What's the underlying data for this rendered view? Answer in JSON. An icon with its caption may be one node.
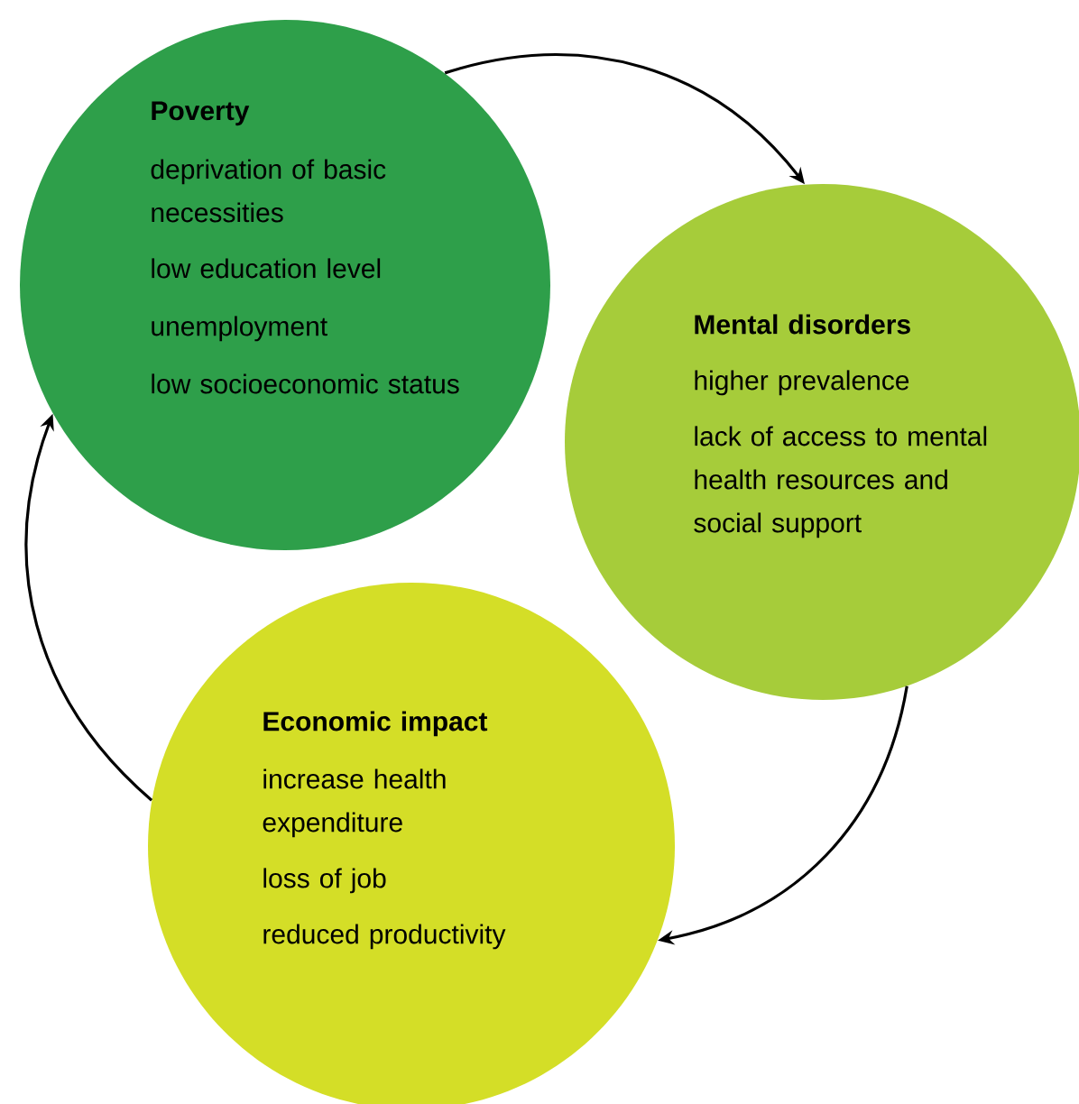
{
  "diagram": {
    "nodes": [
      {
        "text": [
          "Poverty",
          "deprivation of basic necessities",
          "low education level",
          "unemployment",
          "low socioeconomic status"
        ]
      },
      {
        "text": [
          "Mental disorders",
          "higher prevalence",
          "lack of access to mental health resources and social support"
        ]
      },
      {
        "text": [
          "Economic impact",
          "increase health expenditure",
          "loss of job",
          "reduced productivity"
        ]
      }
    ],
    "edges": [
      {
        "from": 0,
        "to": 1,
        "arrow": "to"
      },
      {
        "from": 1,
        "to": 2,
        "arrow": "to"
      },
      {
        "from": 2,
        "to": 0,
        "arrow": "to"
      }
    ]
  }
}
